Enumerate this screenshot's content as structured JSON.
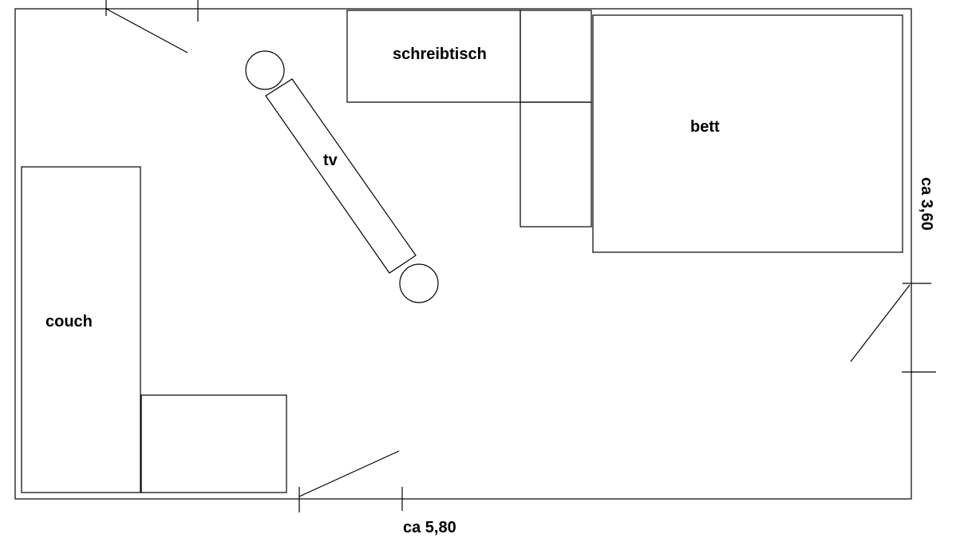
{
  "labels": {
    "desk": "schreibtisch",
    "bed": "bett",
    "tv": "tv",
    "couch": "couch",
    "width": "ca 5,80",
    "height": "ca 3,60"
  }
}
